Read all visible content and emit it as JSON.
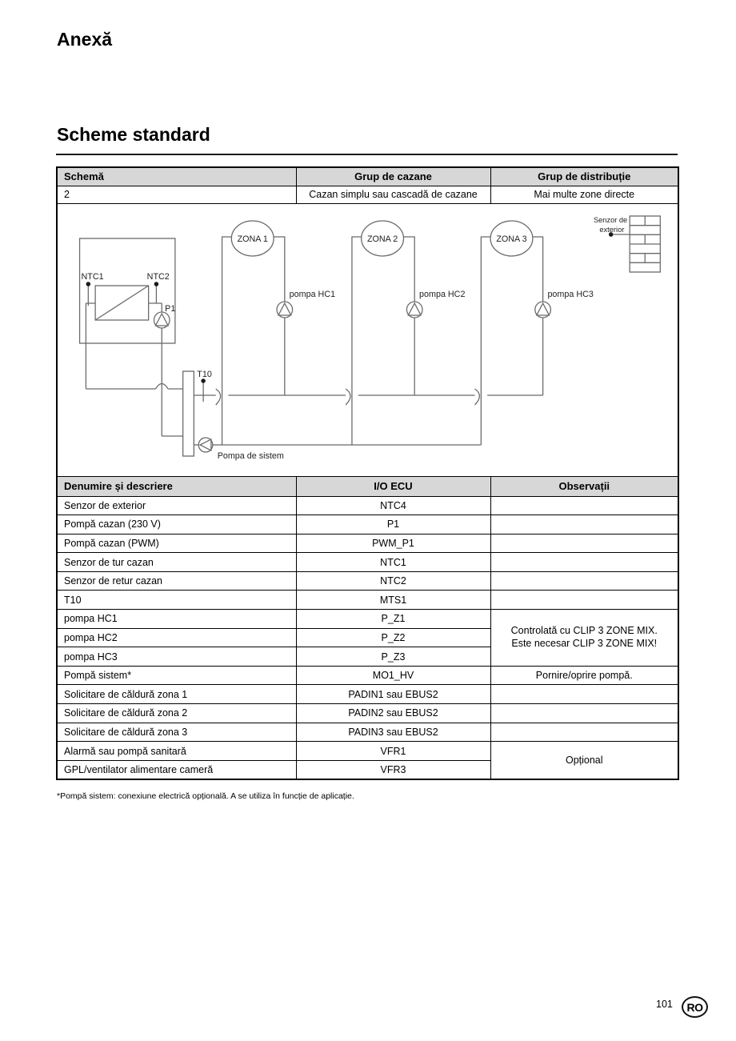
{
  "page": {
    "title": "Anexă",
    "section_title": "Scheme standard",
    "footnote": "*Pompă sistem: conexiune electrică opțională. A se utiliza în funcție de aplicație.",
    "page_number": "101",
    "country_badge": "RO"
  },
  "colors": {
    "header_bg": "#d7d7d7",
    "table_border": "#000000",
    "diagram_line": "#696969"
  },
  "scheme_table": {
    "col_schema": "Schemă",
    "col_boiler_group": "Grup de cazane",
    "col_distribution_group": "Grup de distribuție",
    "row": {
      "schema": "2",
      "boiler_group": "Cazan simplu sau cascadă de cazane",
      "distribution_group": "Mai multe zone directe"
    }
  },
  "diagram": {
    "ntc1": "NTC1",
    "ntc2": "NTC2",
    "p1": "P1",
    "t10": "T10",
    "zona1": "ZONA 1",
    "zona2": "ZONA 2",
    "zona3": "ZONA 3",
    "pompa_hc1": "pompa HC1",
    "pompa_hc2": "pompa HC2",
    "pompa_hc3": "pompa HC3",
    "pompa_sistem": "Pompa de sistem",
    "senzor_line1": "Senzor de",
    "senzor_line2": "exterior"
  },
  "io_table": {
    "col_name": "Denumire și descriere",
    "col_io": "I/O ECU",
    "col_obs": "Observații",
    "rows": [
      {
        "name": "Senzor de exterior",
        "io": "NTC4"
      },
      {
        "name": "Pompă cazan (230 V)",
        "io": "P1"
      },
      {
        "name": "Pompă cazan (PWM)",
        "io": "PWM_P1"
      },
      {
        "name": "Senzor de tur cazan",
        "io": "NTC1"
      },
      {
        "name": "Senzor de retur cazan",
        "io": "NTC2"
      },
      {
        "name": "T10",
        "io": "MTS1"
      },
      {
        "name": "pompa HC1",
        "io": "P_Z1"
      },
      {
        "name": "pompa HC2",
        "io": "P_Z2"
      },
      {
        "name": "pompa HC3",
        "io": "P_Z3"
      },
      {
        "name": "Pompă sistem*",
        "io": "MO1_HV"
      },
      {
        "name": "Solicitare de căldură zona 1",
        "io": "PADIN1 sau EBUS2"
      },
      {
        "name": "Solicitare de căldură zona 2",
        "io": "PADIN2 sau EBUS2"
      },
      {
        "name": "Solicitare de căldură zona 3",
        "io": "PADIN3 sau EBUS2"
      },
      {
        "name": "Alarmă sau pompă sanitară",
        "io": "VFR1"
      },
      {
        "name": "GPL/ventilator alimentare cameră",
        "io": "VFR3"
      }
    ],
    "obs_clip_line1": "Controlată cu CLIP 3 ZONE MIX.",
    "obs_clip_line2": "Este necesar CLIP 3 ZONE MIX!",
    "obs_pump": "Pornire/oprire pompă.",
    "obs_optional": "Opțional"
  }
}
